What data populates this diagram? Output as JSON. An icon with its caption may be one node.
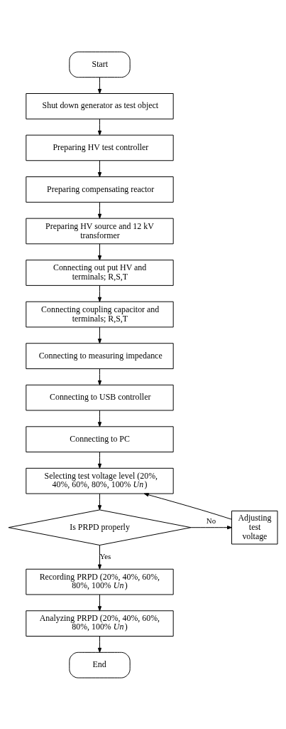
{
  "diagram": {
    "nodes": [
      {
        "text": [
          "Start"
        ]
      },
      {
        "text": [
          "Shut down generator as test object"
        ]
      },
      {
        "text": [
          "Preparing HV test controller"
        ]
      },
      {
        "text": [
          "Preparing compensating reactor"
        ]
      },
      {
        "text": [
          "Preparing HV source and 12 kV transformer"
        ]
      },
      {
        "text": [
          "Connecting out put HV and terminals; R,S,T"
        ]
      },
      {
        "text": [
          "Connecting coupling capacitor and terminals; R,S,T"
        ]
      },
      {
        "text": [
          "Connecting to measuring impedance"
        ]
      },
      {
        "text": [
          "Connecting to USB controller"
        ]
      },
      {
        "text": [
          "Connecting to PC"
        ]
      },
      {
        "text": [
          "Selecting test voltage level (20%, 40%, 60%, 80%, 100% *Un*)"
        ]
      },
      {
        "text": [
          "Adjusting test voltage"
        ]
      },
      {
        "text": [
          "Is PRPD properly"
        ]
      },
      {
        "text": [
          "Recording PRPD (20%, 40%, 60%, 80%, 100% *Un*)"
        ]
      },
      {
        "text": [
          "Analyzing PRPD (20%, 40%, 60%, 80%, 100% *Un*)"
        ]
      },
      {
        "text": [
          "End"
        ]
      }
    ],
    "edges": [
      {
        "from": 0,
        "to": 1,
        "arrow": "to"
      },
      {
        "from": 1,
        "to": 2,
        "arrow": "to"
      },
      {
        "from": 2,
        "to": 3,
        "arrow": "to"
      },
      {
        "from": 3,
        "to": 4,
        "arrow": "to"
      },
      {
        "from": 4,
        "to": 5,
        "arrow": "to"
      },
      {
        "from": 5,
        "to": 6,
        "arrow": "to"
      },
      {
        "from": 6,
        "to": 7,
        "arrow": "to"
      },
      {
        "from": 7,
        "to": 8,
        "arrow": "to"
      },
      {
        "from": 8,
        "to": 9,
        "arrow": "to"
      },
      {
        "from": 9,
        "to": 10,
        "arrow": "to"
      },
      {
        "from": 10,
        "to": 12,
        "arrow": "to"
      },
      {
        "from": 12,
        "to": 11,
        "arrow": "to",
        "label": "No"
      },
      {
        "from": 11,
        "to": 10,
        "arrow": "to"
      },
      {
        "from": 12,
        "to": 13,
        "arrow": "to",
        "label": "Yes"
      },
      {
        "from": 13,
        "to": 14,
        "arrow": "to"
      },
      {
        "from": 14,
        "to": 15,
        "arrow": "to"
      }
    ]
  }
}
